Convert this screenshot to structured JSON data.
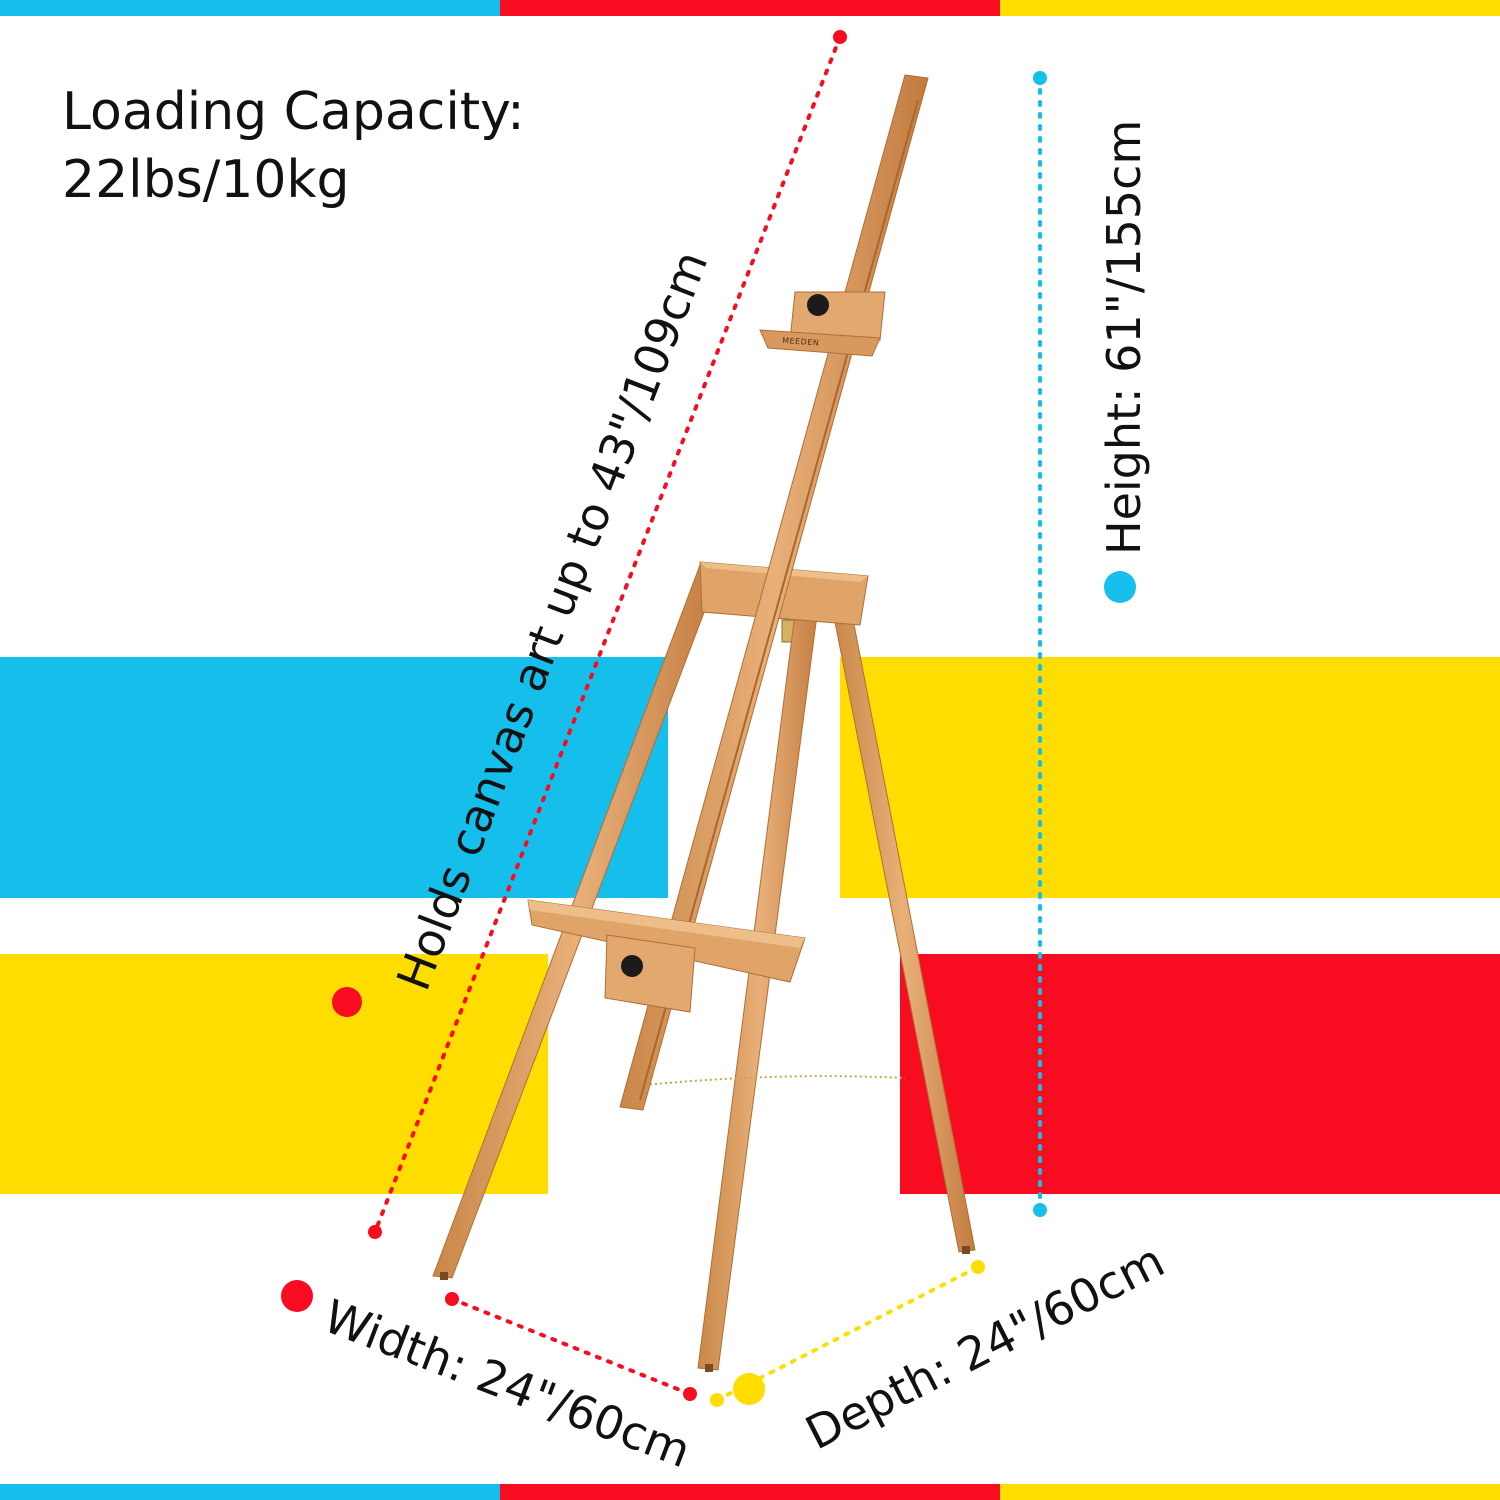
{
  "loading_capacity": {
    "title": "Loading Capacity:",
    "value": "22lbs/10kg"
  },
  "dimensions": {
    "canvas": "Holds canvas art up to 43\"/109cm",
    "height": "Height: 61\"/155cm",
    "width": "Width: 24\"/60cm",
    "depth": "Depth: 24\"/60cm"
  },
  "product": {
    "brand_mark": "MEEDEN",
    "subject": "wooden-a-frame-easel"
  },
  "colors": {
    "blue": "#16BEEB",
    "red": "#F70D1F",
    "yellow": "#FFDD00",
    "wood": "#E0A468",
    "wood_dark": "#C27B3F",
    "knob": "#1B1B1B",
    "text": "#111111"
  }
}
